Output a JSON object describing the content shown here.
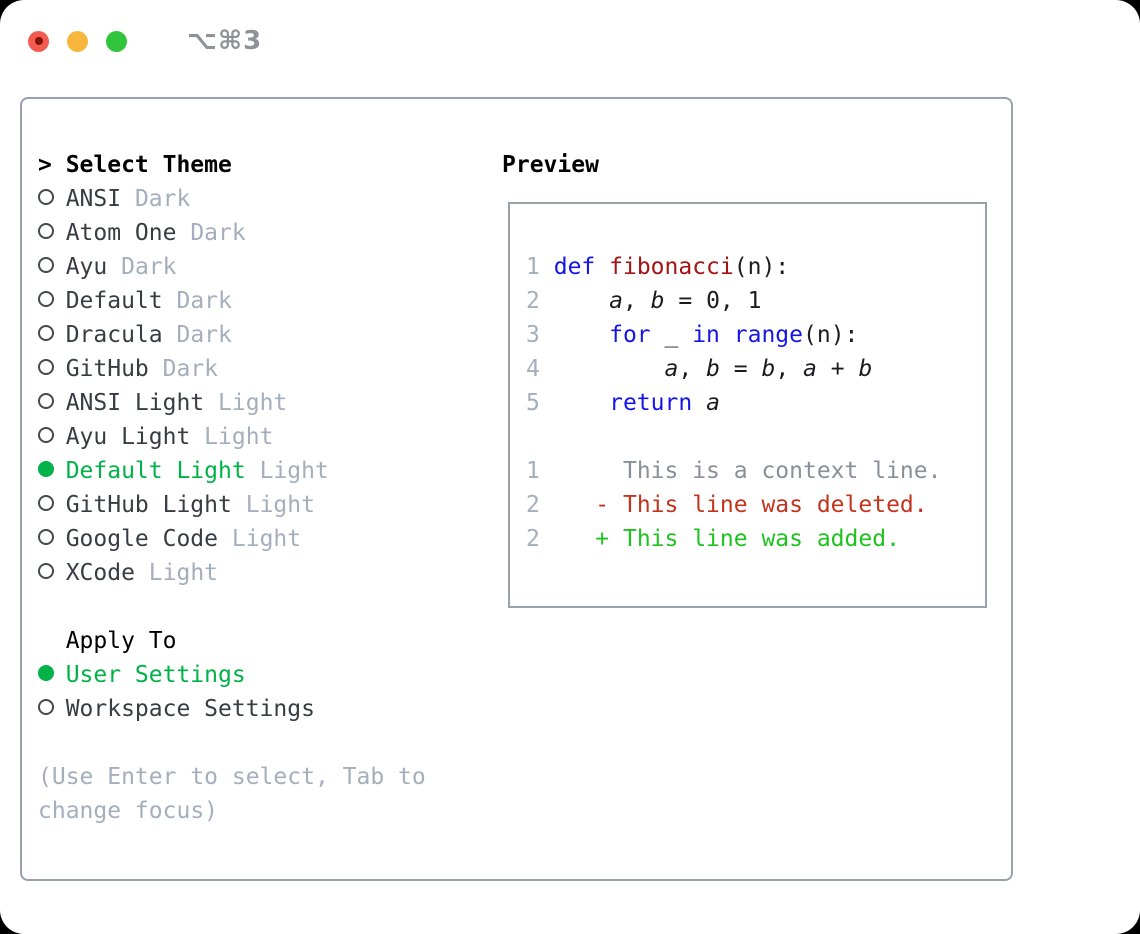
{
  "window": {
    "shortcut_label": "⌥⌘3"
  },
  "titlebar": {
    "buttons": [
      {
        "name": "close",
        "color": "#f35b51",
        "has_inner_dot": true
      },
      {
        "name": "minimize",
        "color": "#f6b73c",
        "has_inner_dot": false
      },
      {
        "name": "zoom",
        "color": "#30c53d",
        "has_inner_dot": false
      }
    ]
  },
  "theme_selector": {
    "pointer": ">",
    "title": "Select Theme",
    "items": [
      {
        "name": "ANSI",
        "variant": "Dark",
        "selected": false
      },
      {
        "name": "Atom One",
        "variant": "Dark",
        "selected": false
      },
      {
        "name": "Ayu",
        "variant": "Dark",
        "selected": false
      },
      {
        "name": "Default",
        "variant": "Dark",
        "selected": false
      },
      {
        "name": "Dracula",
        "variant": "Dark",
        "selected": false
      },
      {
        "name": "GitHub",
        "variant": "Dark",
        "selected": false
      },
      {
        "name": "ANSI Light",
        "variant": "Light",
        "selected": false
      },
      {
        "name": "Ayu Light",
        "variant": "Light",
        "selected": false
      },
      {
        "name": "Default Light",
        "variant": "Light",
        "selected": true
      },
      {
        "name": "GitHub Light",
        "variant": "Light",
        "selected": false
      },
      {
        "name": "Google Code",
        "variant": "Light",
        "selected": false
      },
      {
        "name": "XCode",
        "variant": "Light",
        "selected": false
      }
    ]
  },
  "apply_to": {
    "title": "Apply To",
    "options": [
      {
        "label": "User Settings",
        "selected": true
      },
      {
        "label": "Workspace Settings",
        "selected": false
      }
    ]
  },
  "hint": "(Use Enter to select, Tab to change focus)",
  "preview": {
    "title": "Preview",
    "code_lines": [
      {
        "n": "1",
        "tokens": [
          [
            "def",
            "kw"
          ],
          [
            " ",
            ""
          ],
          [
            "fibonacci",
            "fn"
          ],
          [
            "(n):",
            ""
          ]
        ]
      },
      {
        "n": "2",
        "tokens": [
          [
            "    ",
            ""
          ],
          [
            "a",
            "var"
          ],
          [
            ", ",
            ""
          ],
          [
            "b",
            "var"
          ],
          [
            " = 0, 1",
            ""
          ]
        ]
      },
      {
        "n": "3",
        "tokens": [
          [
            "    ",
            ""
          ],
          [
            "for",
            "kw"
          ],
          [
            " _ ",
            ""
          ],
          [
            "in",
            "kw"
          ],
          [
            " ",
            ""
          ],
          [
            "range",
            "kw"
          ],
          [
            "(n):",
            ""
          ]
        ]
      },
      {
        "n": "4",
        "tokens": [
          [
            "        ",
            ""
          ],
          [
            "a",
            "var"
          ],
          [
            ", ",
            ""
          ],
          [
            "b",
            "var"
          ],
          [
            " = ",
            ""
          ],
          [
            "b",
            "var"
          ],
          [
            ", ",
            ""
          ],
          [
            "a",
            "var"
          ],
          [
            " + ",
            ""
          ],
          [
            "b",
            "var"
          ]
        ]
      },
      {
        "n": "5",
        "tokens": [
          [
            "    ",
            ""
          ],
          [
            "return",
            "kw"
          ],
          [
            " ",
            ""
          ],
          [
            "a",
            "var"
          ]
        ]
      }
    ],
    "diff_lines": [
      {
        "n": "1",
        "marker": " ",
        "text": "This is a context line.",
        "kind": "context"
      },
      {
        "n": "2",
        "marker": "-",
        "text": "This line was deleted.",
        "kind": "deleted"
      },
      {
        "n": "2",
        "marker": "+",
        "text": "This line was added.",
        "kind": "added"
      }
    ]
  },
  "colors": {
    "accent_green": "#00b248",
    "added_green": "#1fc31f",
    "deleted_red": "#c2351d",
    "keyword_blue": "#1515e6",
    "function_red": "#a31515",
    "muted_gray": "#a4aebc",
    "text_dark": "#383c43",
    "border_gray": "#98a1ac"
  }
}
